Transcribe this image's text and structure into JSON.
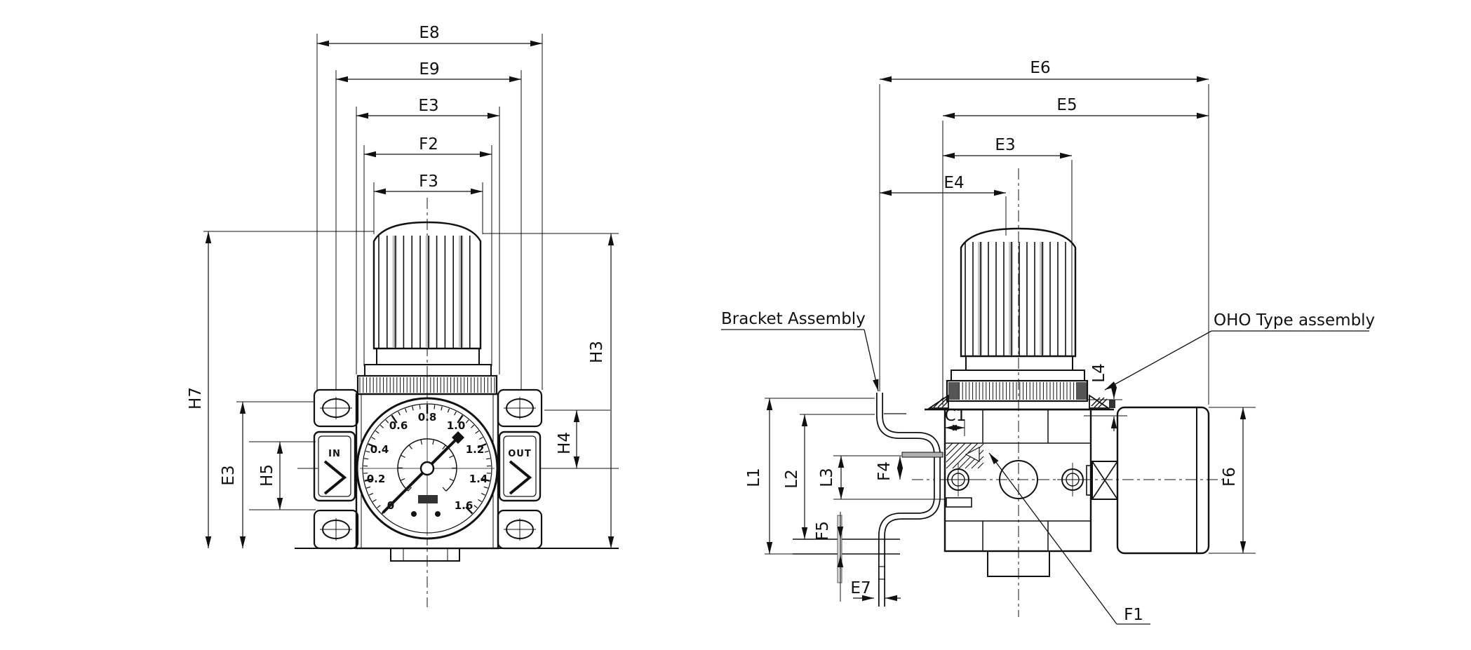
{
  "drawing": {
    "front_view": {
      "dim_labels": {
        "e8": "E8",
        "e9": "E9",
        "e3_top": "E3",
        "f2": "F2",
        "f3": "F3",
        "h7": "H7",
        "e3_left": "E3",
        "h5": "H5",
        "h3": "H3",
        "h4": "H4"
      },
      "port_labels": {
        "in": "IN",
        "out": "OUT"
      },
      "gauge": {
        "scale": [
          "0",
          "0.2",
          "0.4",
          "0.6",
          "0.8",
          "1.0",
          "1.2",
          "1.4",
          "1.6"
        ]
      }
    },
    "side_view": {
      "dim_labels": {
        "e6": "E6",
        "e5": "E5",
        "e3": "E3",
        "e4": "E4",
        "c1": "C1",
        "l1": "L1",
        "l2": "L2",
        "l3": "L3",
        "l4": "L4",
        "f4": "F4",
        "f5": "F5",
        "f6": "F6",
        "e7": "E7",
        "f1": "F1"
      },
      "annotations": {
        "bracket": "Bracket Assembly",
        "oho": "OHO Type assembly"
      }
    },
    "colors": {
      "line": "#111111",
      "background": "#ffffff",
      "shade": "#c4c4c4"
    }
  }
}
